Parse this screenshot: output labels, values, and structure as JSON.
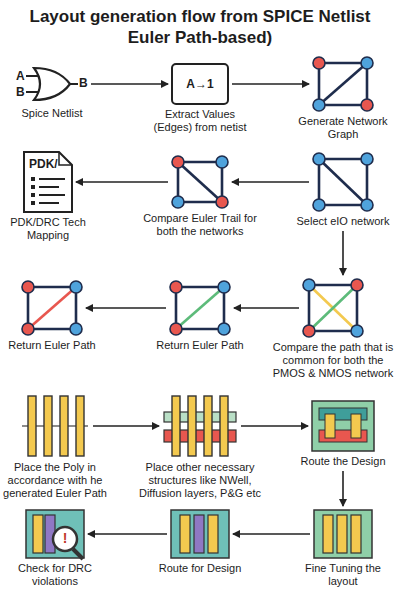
{
  "diagram": {
    "title": "Layout generation flow from SPICE Netlist Euler Path-based)",
    "nodes": [
      {
        "text": [
          "Spice Netlist"
        ]
      },
      {
        "text": [
          "Extract Values (Edges) from netist"
        ]
      },
      {
        "text": [
          "Generate Network Graph"
        ]
      },
      {
        "text": [
          "PDK/DRC Tech Mapping"
        ]
      },
      {
        "text": [
          "Compare Euler Trail for both the networks"
        ]
      },
      {
        "text": [
          "Select eIO network"
        ]
      },
      {
        "text": [
          "Return Euler Path"
        ]
      },
      {
        "text": [
          "Return Euler Path"
        ]
      },
      {
        "text": [
          "Compare the path that is common for both the PMOS & NMOS network"
        ]
      },
      {
        "text": [
          "Place the Poly in accordance with he generated Euler Path"
        ]
      },
      {
        "text": [
          "Place other necessary structures like NWell, Diffusion layers, P&G etc"
        ]
      },
      {
        "text": [
          "Route the Design"
        ]
      },
      {
        "text": [
          "Check for DRC violations"
        ]
      },
      {
        "text": [
          "Route for Design"
        ]
      },
      {
        "text": [
          "Fine Tuning the layout"
        ]
      }
    ],
    "edges": [
      {
        "from": 0,
        "to": 1,
        "arrow": "to"
      },
      {
        "from": 1,
        "to": 2,
        "arrow": "to"
      },
      {
        "from": 5,
        "to": 4,
        "arrow": "to"
      },
      {
        "from": 4,
        "to": 3,
        "arrow": "to"
      },
      {
        "from": 5,
        "to": 8,
        "arrow": "to"
      },
      {
        "from": 8,
        "to": 7,
        "arrow": "to"
      },
      {
        "from": 7,
        "to": 6,
        "arrow": "to"
      },
      {
        "from": 9,
        "to": 10,
        "arrow": "to"
      },
      {
        "from": 10,
        "to": 11,
        "arrow": "to"
      },
      {
        "from": 11,
        "to": 14,
        "arrow": "to"
      },
      {
        "from": 14,
        "to": 13,
        "arrow": "to"
      },
      {
        "from": 13,
        "to": 12,
        "arrow": "to"
      }
    ],
    "labels": [
      "A",
      "B",
      "B",
      "A→1",
      "PDK/",
      "!"
    ]
  }
}
